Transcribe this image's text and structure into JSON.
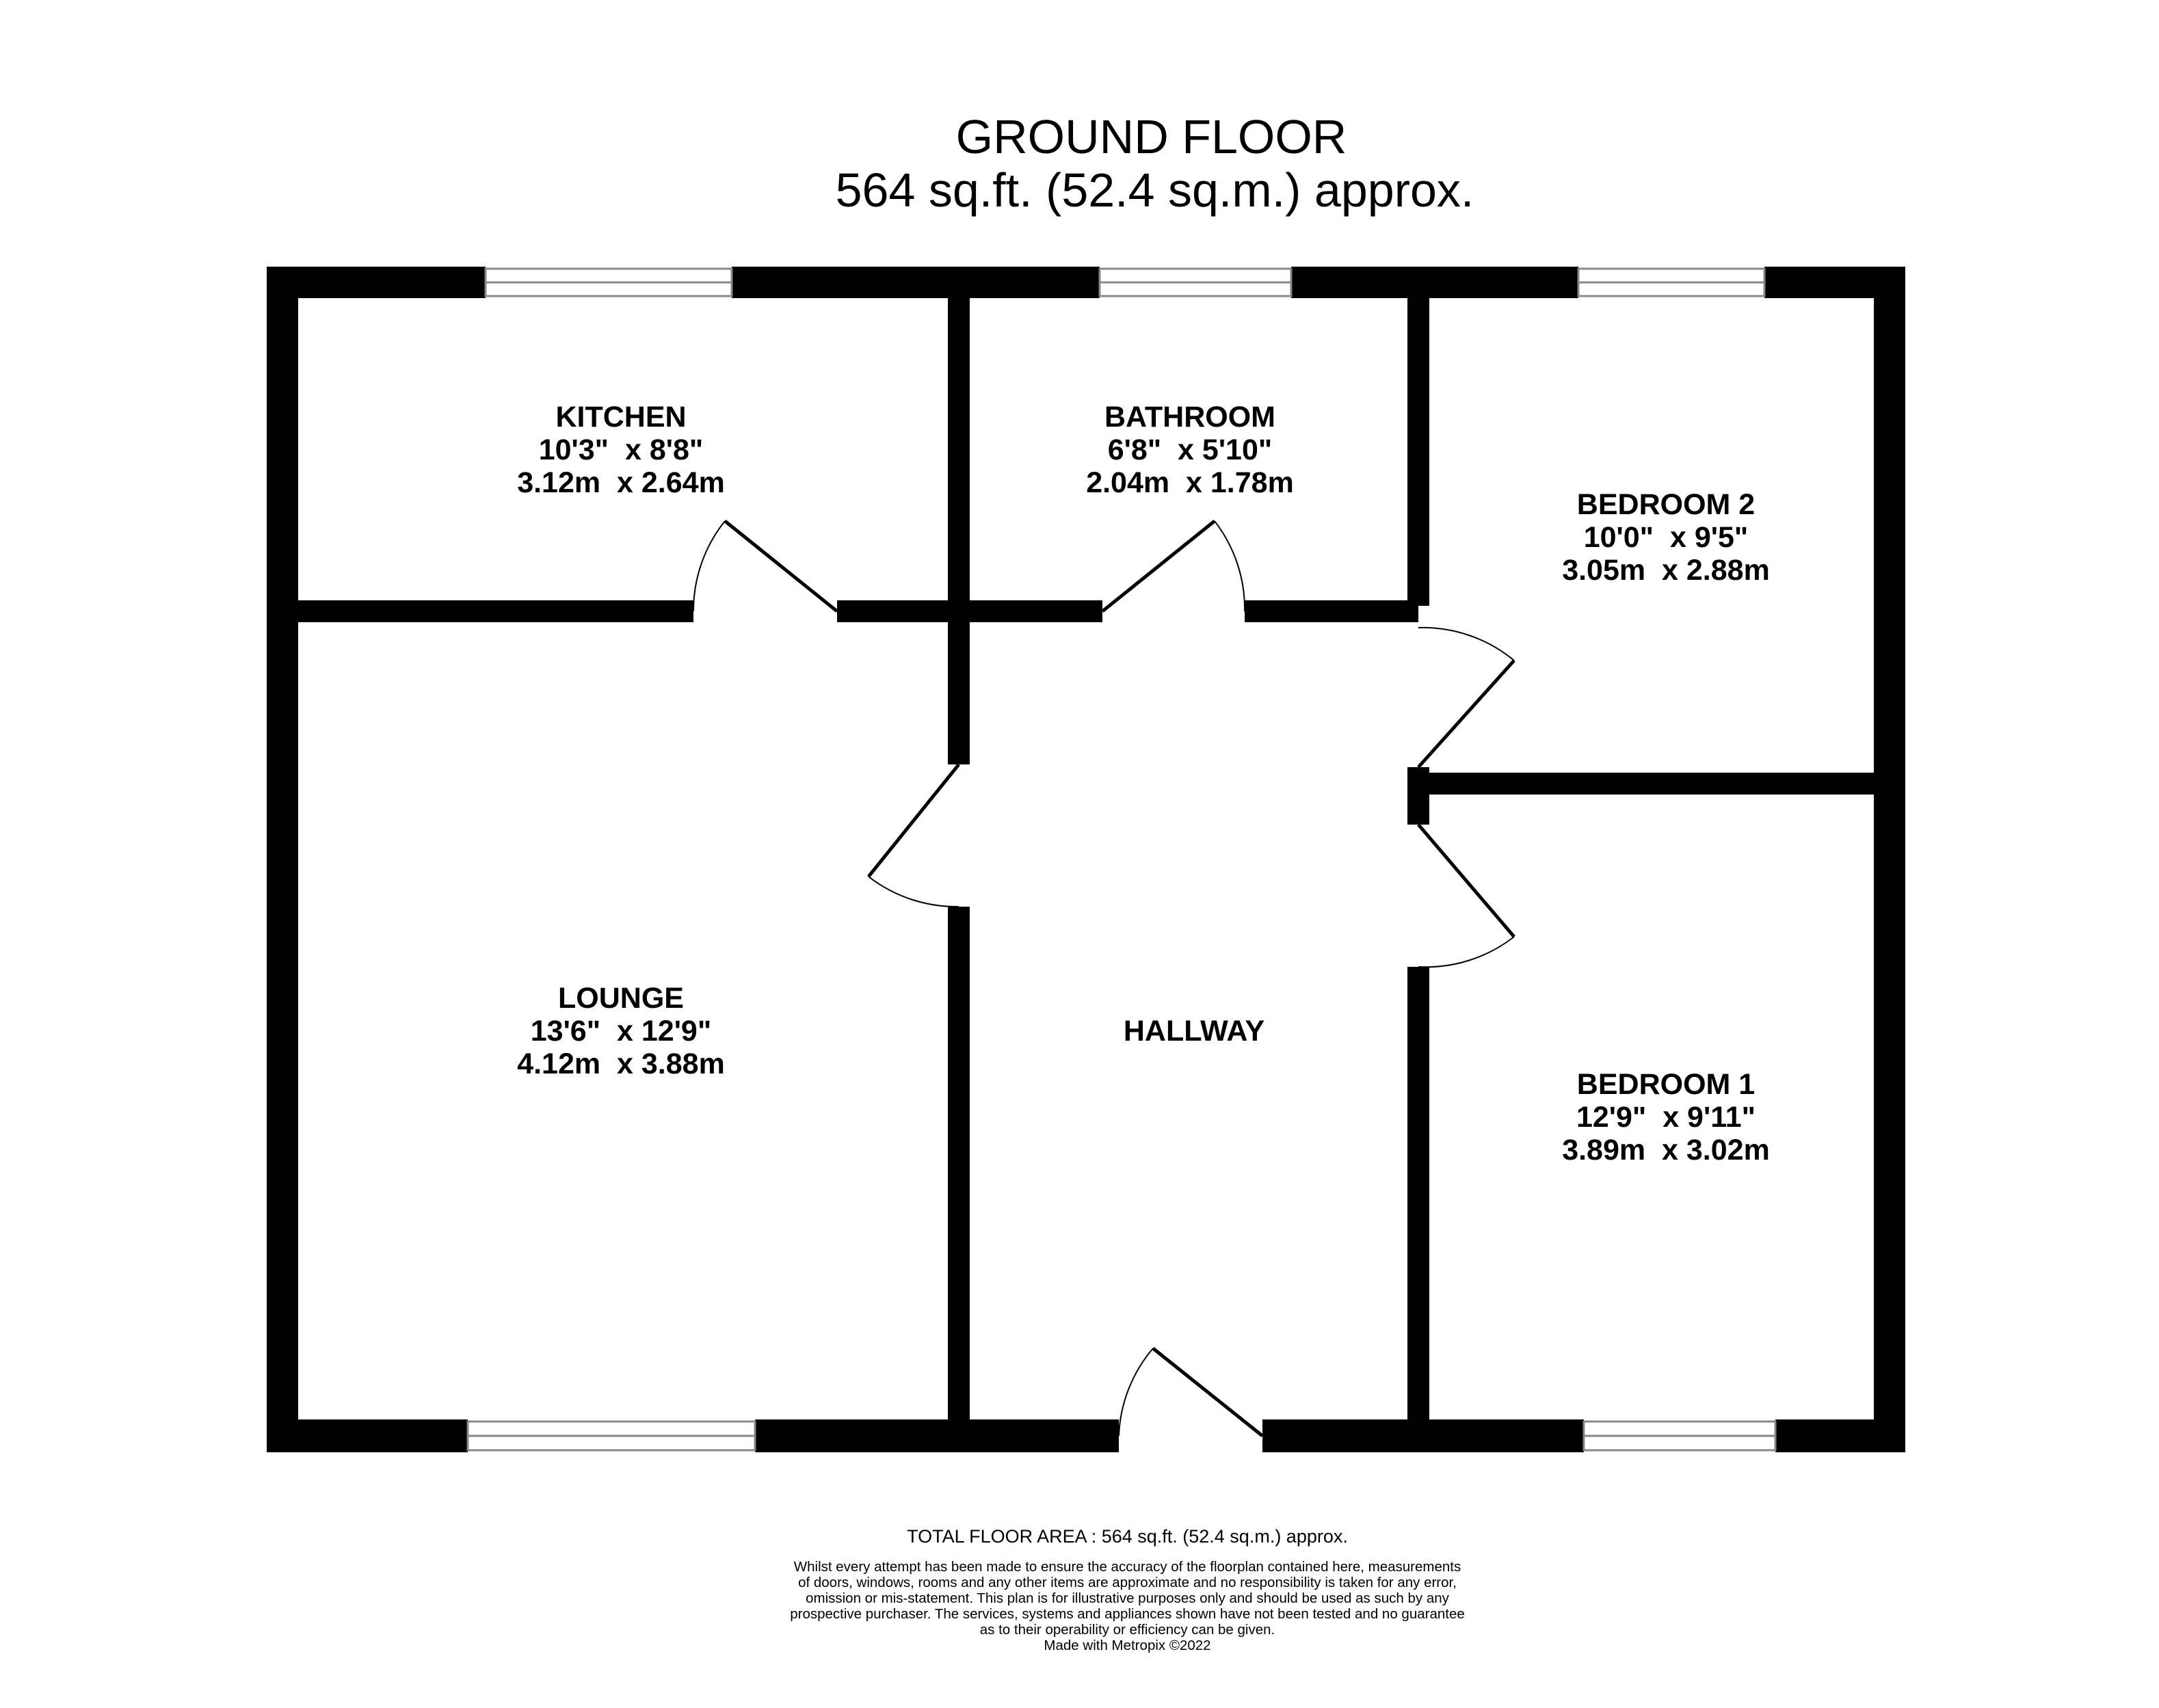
{
  "header": {
    "title": "GROUND FLOOR",
    "area": "564 sq.ft. (52.4 sq.m.) approx."
  },
  "rooms": {
    "kitchen": {
      "name": "KITCHEN",
      "imperial": "10'3\"  x 8'8\"",
      "metric": "3.12m  x 2.64m"
    },
    "bathroom": {
      "name": "BATHROOM",
      "imperial": "6'8\"  x 5'10\"",
      "metric": "2.04m  x 1.78m"
    },
    "bedroom2": {
      "name": "BEDROOM 2",
      "imperial": "10'0\"  x 9'5\"",
      "metric": "3.05m  x 2.88m"
    },
    "lounge": {
      "name": "LOUNGE",
      "imperial": "13'6\"  x 12'9\"",
      "metric": "4.12m  x 3.88m"
    },
    "hallway": {
      "name": "HALLWAY"
    },
    "bedroom1": {
      "name": "BEDROOM 1",
      "imperial": "12'9\"  x 9'11\"",
      "metric": "3.89m  x 3.02m"
    }
  },
  "footer": {
    "total_area": "TOTAL FLOOR AREA : 564 sq.ft. (52.4 sq.m.) approx.",
    "disclaimer_lines": [
      "Whilst every attempt has been made to ensure the accuracy of the floorplan contained here, measurements",
      "of doors, windows, rooms and any other items are approximate and no responsibility is taken for any error,",
      "omission or mis-statement. This plan is for illustrative purposes only and should be used as such by any",
      "prospective purchaser. The services, systems and appliances shown have not been tested and no guarantee",
      "as to their operability or efficiency can be given."
    ],
    "credit": "Made with Metropix ©2022"
  },
  "colors": {
    "wall": "#000000",
    "background": "#ffffff",
    "window": "#888888"
  }
}
